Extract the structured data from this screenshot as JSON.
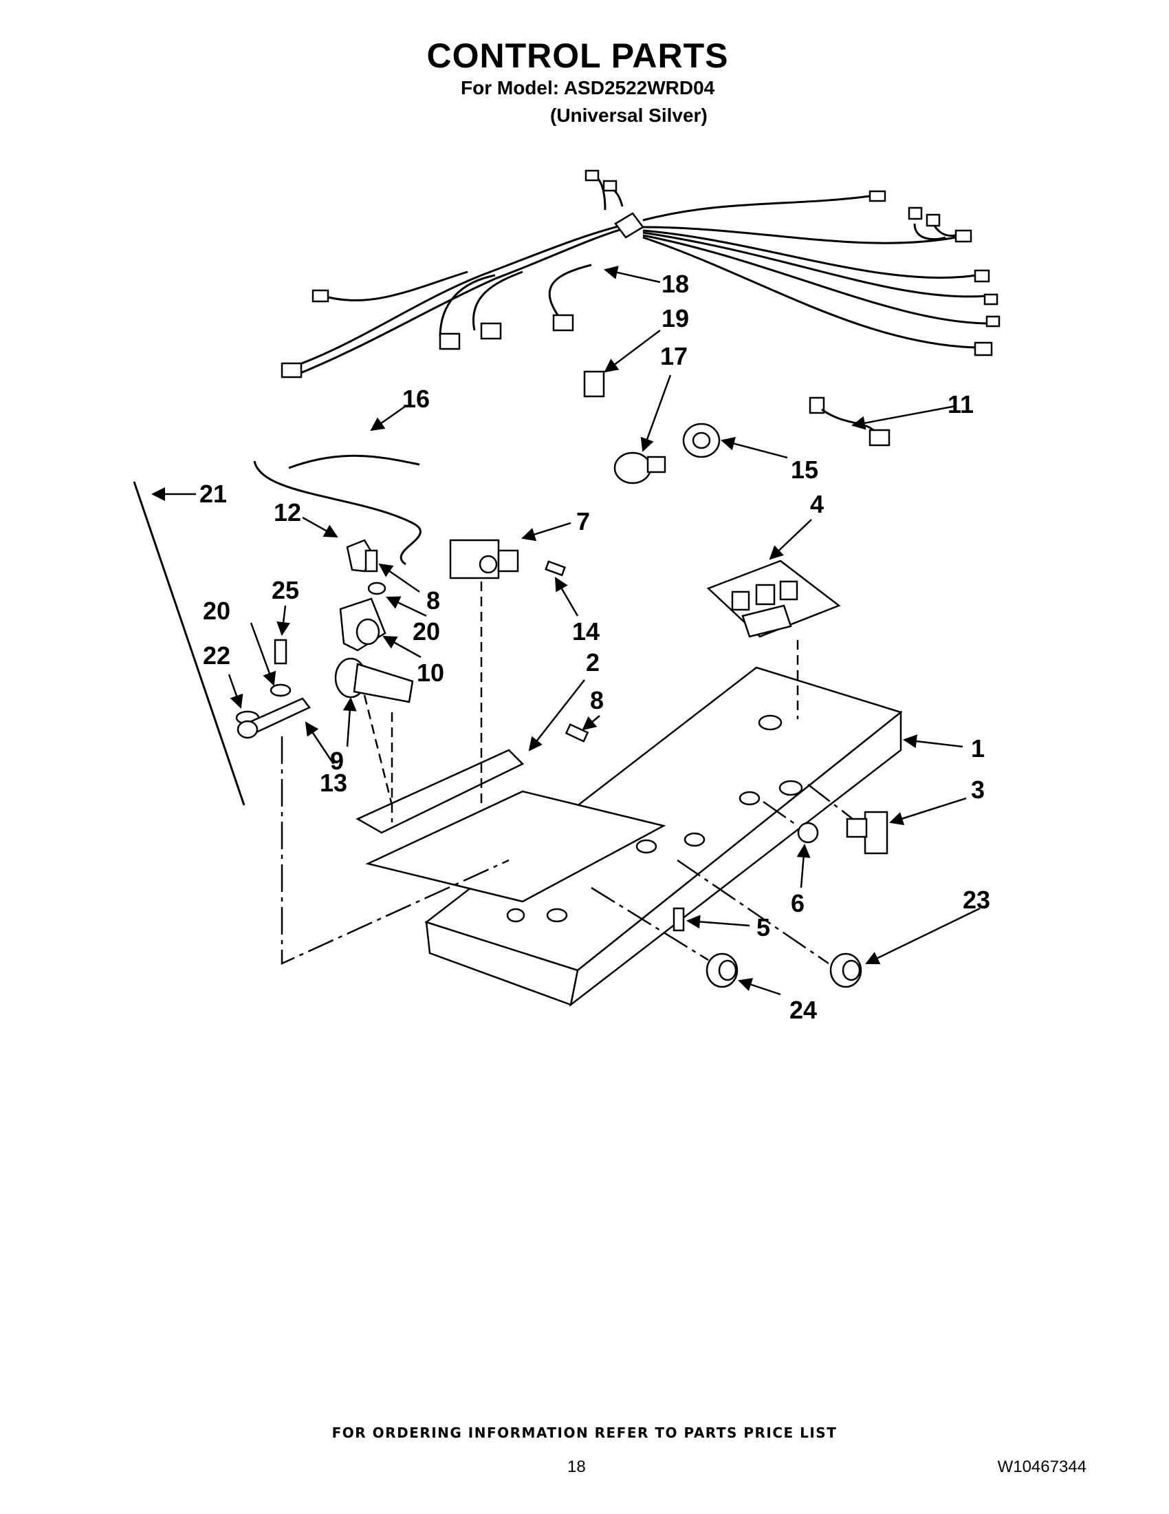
{
  "header": {
    "title": "CONTROL PARTS",
    "model_line": "For Model: ASD2522WRD04",
    "finish_line": "(Universal Silver)"
  },
  "callouts": [
    "1",
    "2",
    "3",
    "4",
    "5",
    "6",
    "7",
    "8",
    "8",
    "9",
    "10",
    "11",
    "12",
    "13",
    "14",
    "15",
    "16",
    "17",
    "18",
    "19",
    "20",
    "20",
    "21",
    "22",
    "23",
    "24",
    "25"
  ],
  "footer": {
    "ordering_note": "FOR ORDERING INFORMATION REFER TO PARTS PRICE LIST",
    "page_number": "18",
    "document_number": "W10467344"
  }
}
